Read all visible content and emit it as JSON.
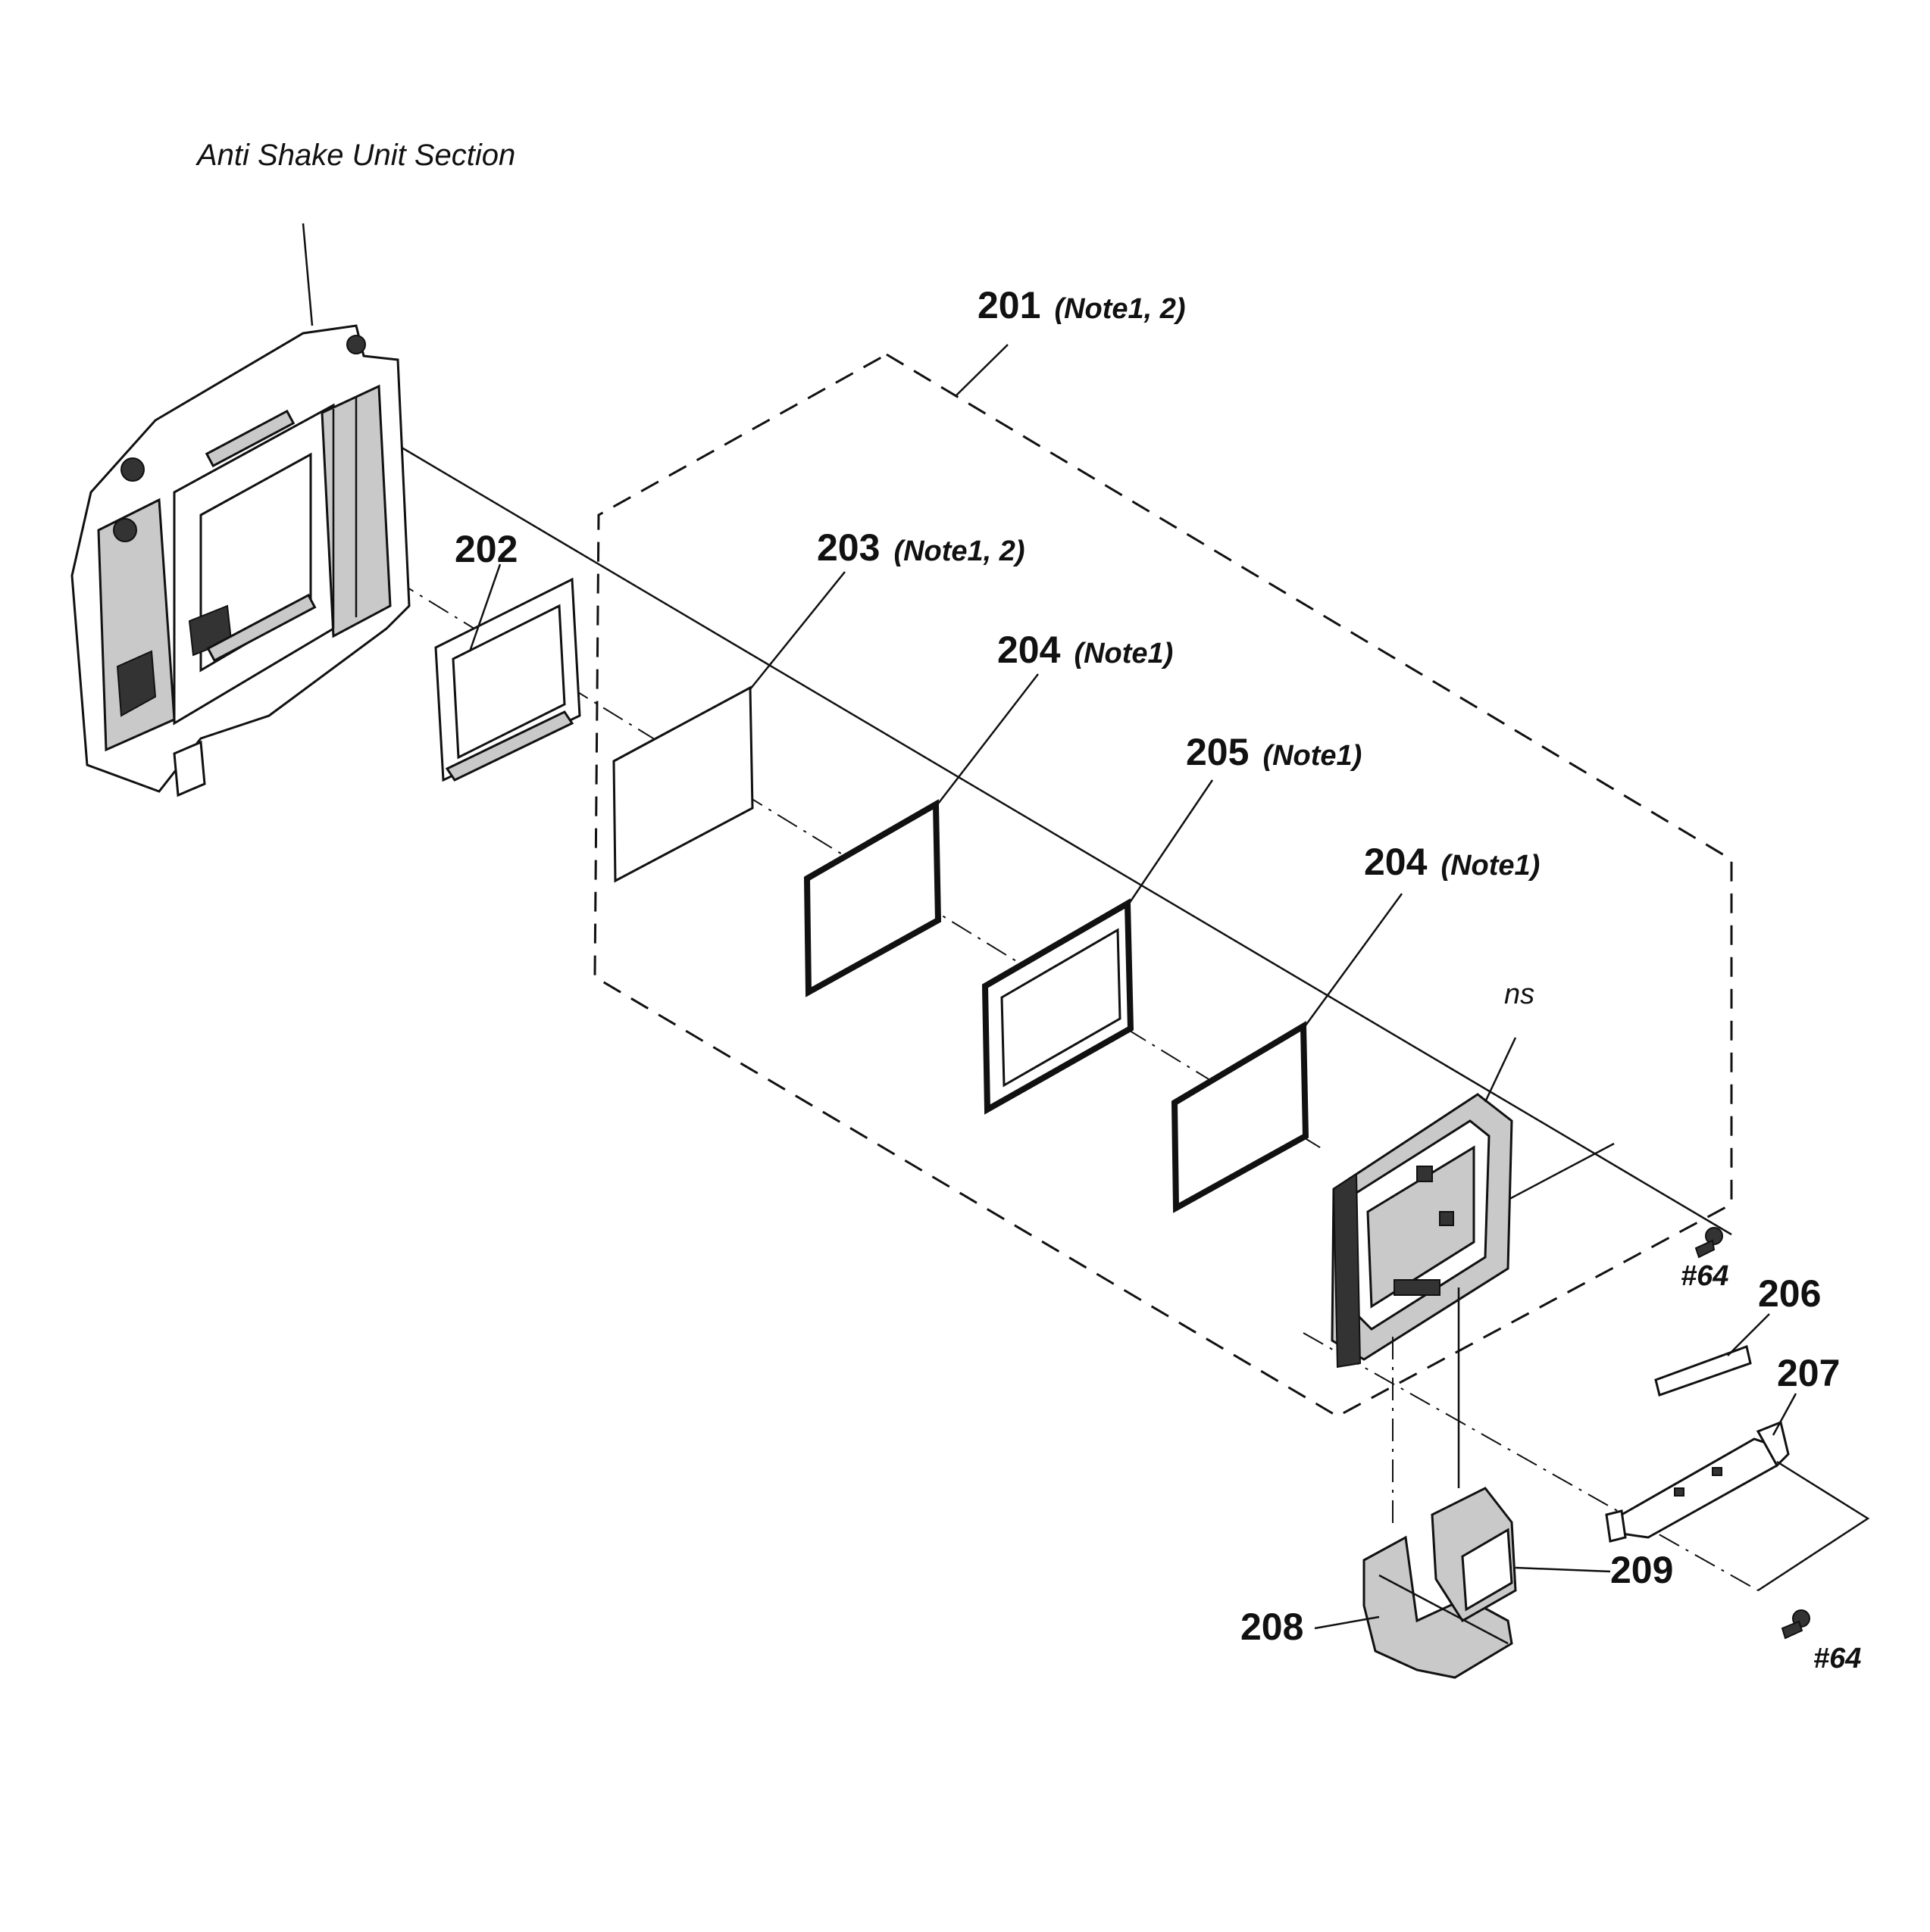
{
  "section_title": "Anti Shake Unit Section",
  "callouts": {
    "p201": {
      "number": "201",
      "note": "(Note1, 2)"
    },
    "p202": {
      "number": "202",
      "note": ""
    },
    "p203": {
      "number": "203",
      "note": "(Note1, 2)"
    },
    "p204a": {
      "number": "204",
      "note": "(Note1)"
    },
    "p205": {
      "number": "205",
      "note": "(Note1)"
    },
    "p204b": {
      "number": "204",
      "note": "(Note1)"
    },
    "p206": {
      "number": "206",
      "note": ""
    },
    "p207": {
      "number": "207",
      "note": ""
    },
    "p208": {
      "number": "208",
      "note": ""
    },
    "p209": {
      "number": "209",
      "note": ""
    }
  },
  "ns_label": "ns",
  "screws": {
    "upper": "#64",
    "lower": "#64"
  }
}
